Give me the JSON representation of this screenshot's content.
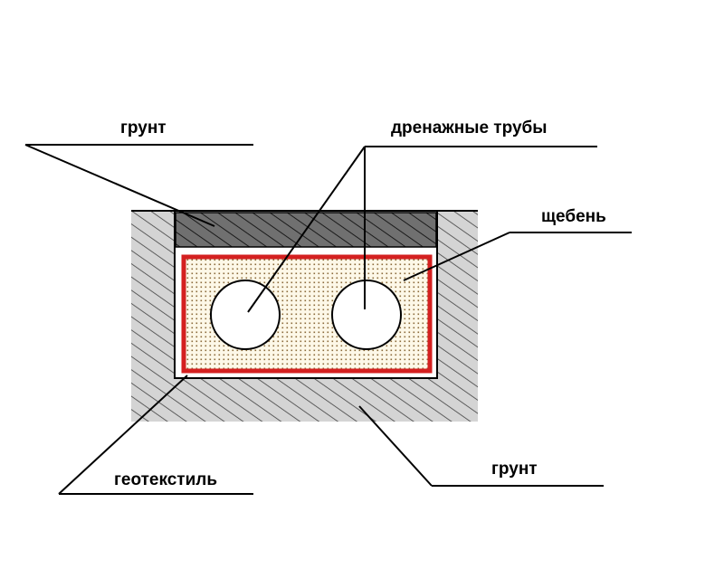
{
  "labels": {
    "soil_top": "грунт",
    "drain_pipes": "дренажные трубы",
    "gravel": "щебень",
    "geotextile": "геотекстиль",
    "soil_bottom": "грунт"
  },
  "colors": {
    "soil_fill": "#d4d4d4",
    "soil_hatch": "#404040",
    "cover_fill": "#707070",
    "cover_hatch": "#1a1a1a",
    "geotextile": "#d42020",
    "gravel_fill": "#fdf8e8",
    "gravel_dots": "#8a6a3a",
    "pipe_fill": "#ffffff",
    "line": "#000000"
  }
}
